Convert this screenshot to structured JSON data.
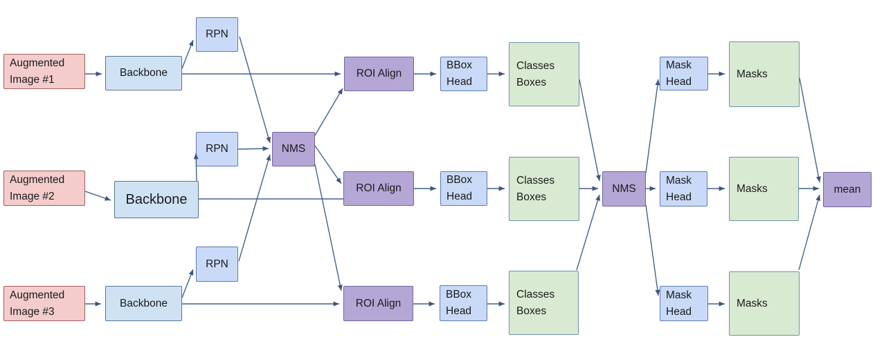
{
  "diagram": {
    "description": "Test-time augmentation Mask R-CNN inference pipeline diagram",
    "nodes": {
      "aug1": {
        "label": "Augmented\nImage #1"
      },
      "backbone1": {
        "label": "Backbone"
      },
      "rpn1": {
        "label": "RPN"
      },
      "roialign1": {
        "label": "ROI Align"
      },
      "bboxhead1": {
        "label": "BBox\nHead"
      },
      "classesboxes1": {
        "label": "Classes\nBoxes"
      },
      "maskhead1": {
        "label": "Mask\nHead"
      },
      "masks1": {
        "label": "Masks"
      },
      "aug2": {
        "label": "Augmented\nImage #2"
      },
      "backbone2": {
        "label": "Backbone"
      },
      "rpn2": {
        "label": "RPN"
      },
      "nms1": {
        "label": "NMS"
      },
      "roialign2": {
        "label": "ROI Align"
      },
      "bboxhead2": {
        "label": "BBox\nHead"
      },
      "classesboxes2": {
        "label": "Classes\nBoxes"
      },
      "nms2": {
        "label": "NMS"
      },
      "maskhead2": {
        "label": "Mask\nHead"
      },
      "masks2": {
        "label": "Masks"
      },
      "mean": {
        "label": "mean"
      },
      "aug3": {
        "label": "Augmented\nImage #3"
      },
      "backbone3": {
        "label": "Backbone"
      },
      "rpn3": {
        "label": "RPN"
      },
      "roialign3": {
        "label": "ROI Align"
      },
      "bboxhead3": {
        "label": "BBox\nHead"
      },
      "classesboxes3": {
        "label": "Classes\nBoxes"
      },
      "maskhead3": {
        "label": "Mask\nHead"
      },
      "masks3": {
        "label": "Masks"
      }
    },
    "edges": [
      [
        "aug1",
        "backbone1"
      ],
      [
        "backbone1",
        "rpn1"
      ],
      [
        "backbone1",
        "roialign1"
      ],
      [
        "rpn1",
        "nms1"
      ],
      [
        "nms1",
        "roialign1"
      ],
      [
        "roialign1",
        "bboxhead1"
      ],
      [
        "bboxhead1",
        "classesboxes1"
      ],
      [
        "classesboxes1",
        "nms2"
      ],
      [
        "nms2",
        "maskhead1"
      ],
      [
        "maskhead1",
        "masks1"
      ],
      [
        "masks1",
        "mean"
      ],
      [
        "aug2",
        "backbone2"
      ],
      [
        "backbone2",
        "rpn2"
      ],
      [
        "rpn2",
        "nms1"
      ],
      [
        "rpn3",
        "nms1"
      ],
      [
        "nms1",
        "roialign2"
      ],
      [
        "nms1",
        "roialign3"
      ],
      [
        "backbone2",
        "roialign2"
      ],
      [
        "roialign2",
        "bboxhead2"
      ],
      [
        "bboxhead2",
        "classesboxes2"
      ],
      [
        "classesboxes2",
        "nms2"
      ],
      [
        "nms2",
        "maskhead2"
      ],
      [
        "maskhead2",
        "masks2"
      ],
      [
        "masks2",
        "mean"
      ],
      [
        "aug3",
        "backbone3"
      ],
      [
        "backbone3",
        "rpn3"
      ],
      [
        "backbone3",
        "roialign3"
      ],
      [
        "nms2",
        "maskhead3"
      ],
      [
        "roialign3",
        "bboxhead3"
      ],
      [
        "bboxhead3",
        "classesboxes3"
      ],
      [
        "classesboxes3",
        "nms2"
      ],
      [
        "maskhead3",
        "masks3"
      ],
      [
        "masks3",
        "mean"
      ]
    ],
    "palette": {
      "augmented_fill": "#f4cccc",
      "augmented_border": "#a05d5a",
      "backbone_fill": "#cfe2f3",
      "backbone_border": "#59748f",
      "head_fill": "#c9daf8",
      "head_border": "#5e78b0",
      "nms_roi_mean_fill": "#b4a7d6",
      "nms_roi_mean_border": "#6f639c",
      "output_fill": "#d9ead3",
      "output_border": "#6e8fa9",
      "edge_color": "#44618c",
      "text_color": "#1a1a1a"
    }
  }
}
